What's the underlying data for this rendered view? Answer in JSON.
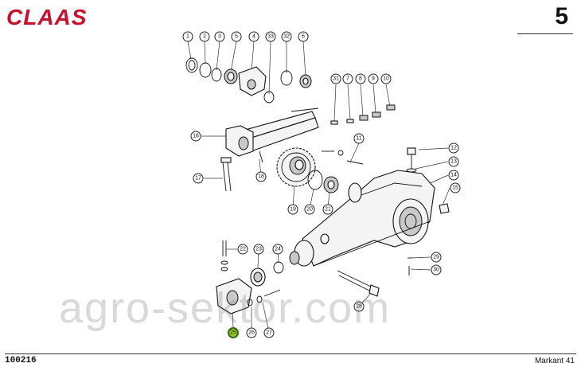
{
  "header": {
    "brand": "CLAAS",
    "page_number": "5"
  },
  "footer": {
    "doc_id": "100216",
    "model": "Markant 41"
  },
  "watermark": "agro-sektor.com",
  "callouts": {
    "c1": "1",
    "c2": "2",
    "c3": "3",
    "c5": "5",
    "c4": "4",
    "c33": "33",
    "c32": "32",
    "c6": "6",
    "c31": "31",
    "c7": "7",
    "c8": "8",
    "c9": "9",
    "c10": "10",
    "c16": "16",
    "c11": "11",
    "c12": "12",
    "c13": "13",
    "c14": "14",
    "c15": "15",
    "c17": "17",
    "c18": "18",
    "c19": "19",
    "c20": "20",
    "c21": "21",
    "c22": "22",
    "c23": "23",
    "c24": "24",
    "c29": "29",
    "c30": "30",
    "c28": "28",
    "c25": "25",
    "c26": "26",
    "c27": "27"
  },
  "highlight_color": "#9ccc33"
}
